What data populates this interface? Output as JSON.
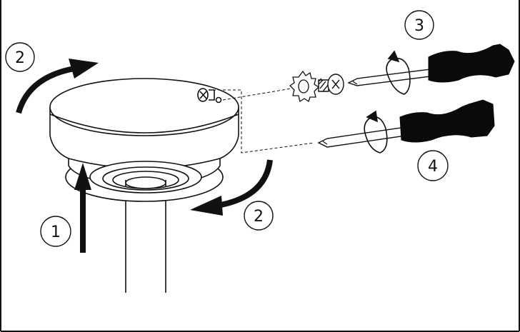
{
  "colors": {
    "line": "#111111",
    "background": "#ffffff",
    "handle": "#0a0a0a"
  },
  "steps": {
    "push_up": "1",
    "rotate_top": "2",
    "rotate_bottom": "2",
    "remove_screw": "3",
    "loosen_screw": "4"
  },
  "parts": {
    "canopy": "canopy",
    "downrod": "downrod",
    "screw": "screw",
    "lock_washer": "lock-washer",
    "screwdriver": "screwdriver"
  }
}
